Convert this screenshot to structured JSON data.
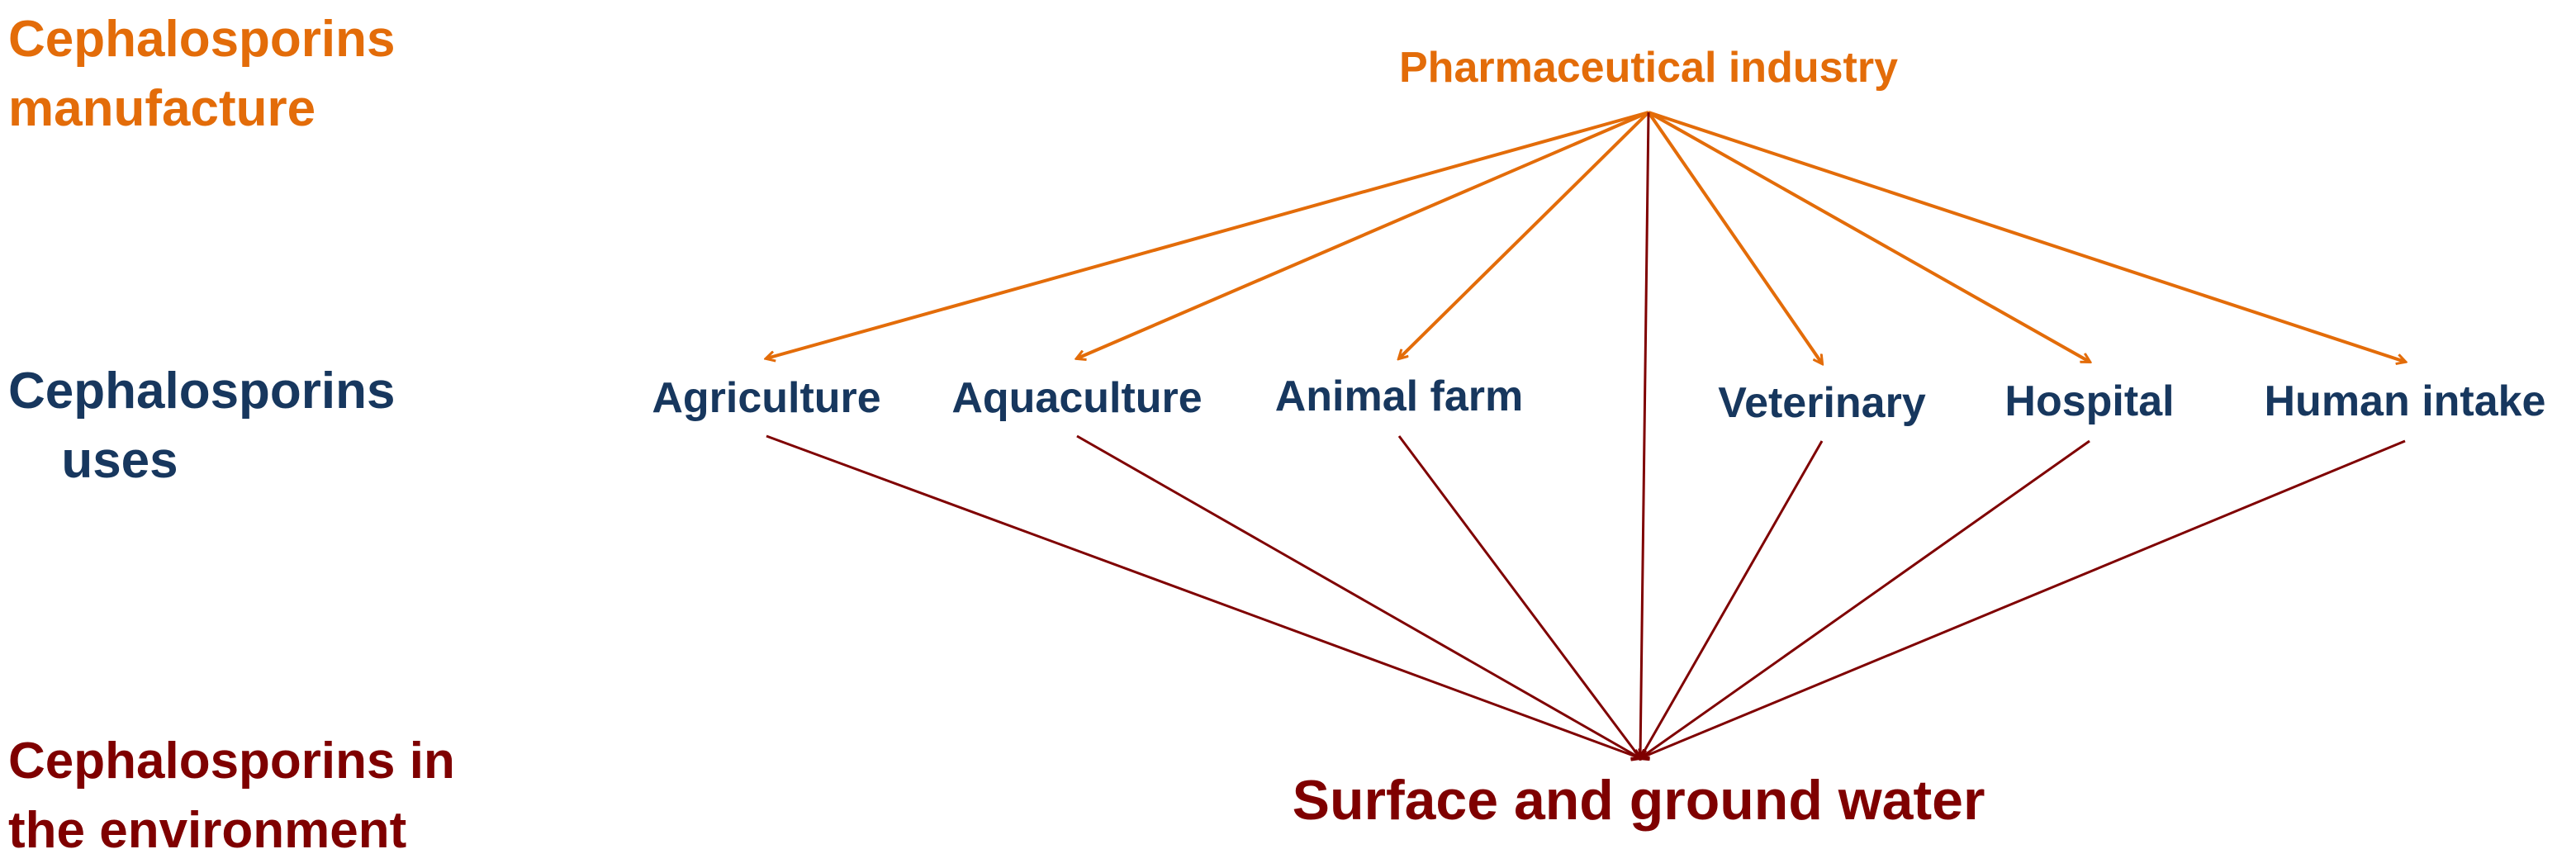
{
  "colors": {
    "manufacture": "#e36c09",
    "uses": "#17375e",
    "environment": "#7f0000"
  },
  "labels": {
    "manufacture": [
      "Cephalosporins",
      "manufacture"
    ],
    "uses": [
      "Cephalosporins",
      "uses"
    ],
    "environment": [
      "Cephalosporins in",
      "the environment"
    ]
  },
  "source": "Pharmaceutical industry",
  "uses": [
    "Agriculture",
    "Aquaculture",
    "Animal farm",
    "Veterinary",
    "Hospital",
    "Human intake"
  ],
  "sink": "Surface and ground water"
}
